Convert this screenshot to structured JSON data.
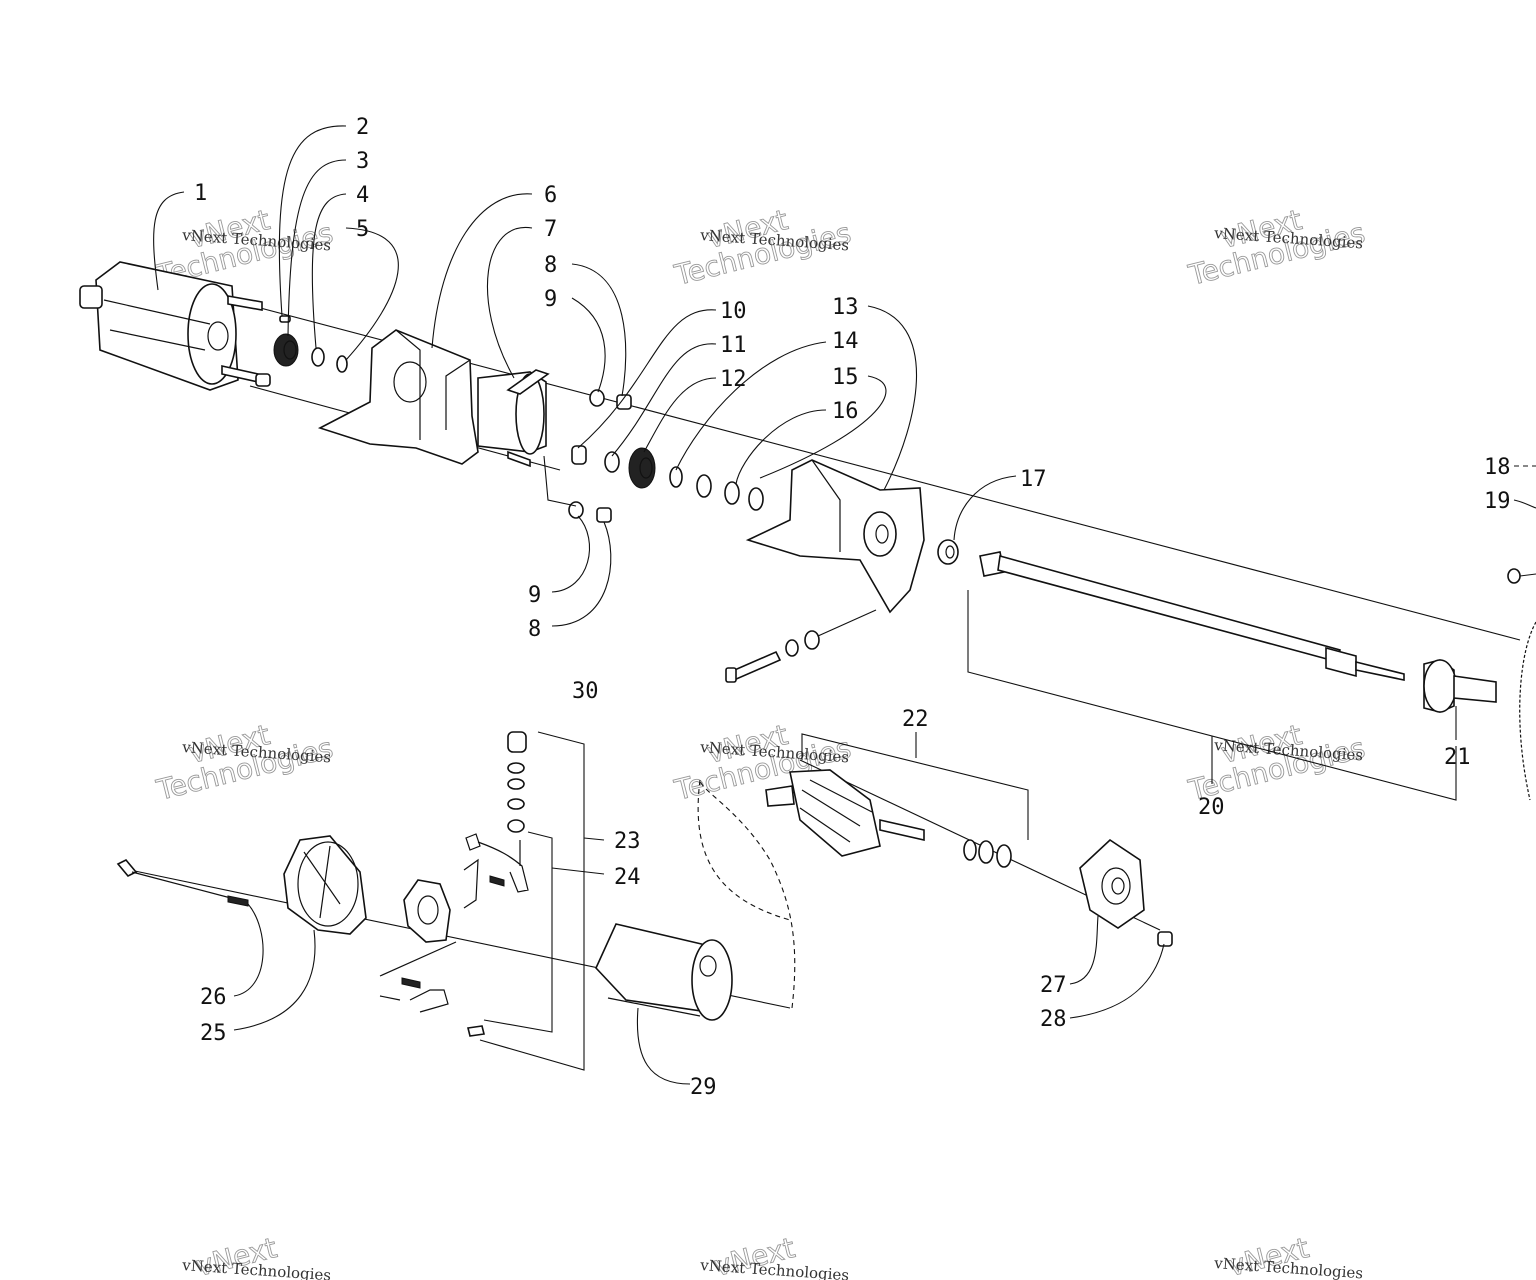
{
  "watermark": {
    "line1": "vNext",
    "line2": "Technologies",
    "small": "vNext Technologies"
  },
  "callouts": [
    "1",
    "2",
    "3",
    "4",
    "5",
    "6",
    "7",
    "8",
    "9",
    "10",
    "11",
    "12",
    "13",
    "14",
    "15",
    "16",
    "17",
    "18",
    "19",
    "20",
    "21",
    "22",
    "23",
    "24",
    "25",
    "26",
    "27",
    "28",
    "29",
    "30"
  ],
  "duplicate_callouts": {
    "lower_9": "9",
    "lower_8": "8"
  }
}
